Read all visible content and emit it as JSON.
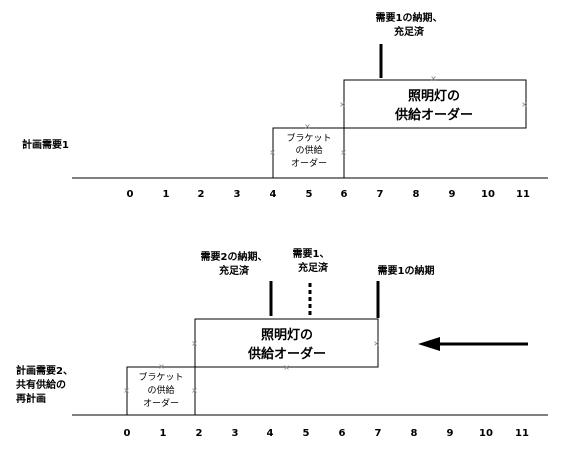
{
  "top": {
    "row_label": "計画需要1",
    "ticks": [
      "0",
      "1",
      "2",
      "3",
      "4",
      "5",
      "6",
      "7",
      "8",
      "9",
      "10",
      "11"
    ],
    "small_box": {
      "lines": [
        "ブラケット",
        "の供給",
        "オーダー"
      ]
    },
    "large_box": {
      "lines": [
        "照明灯の",
        "供給オーダー"
      ]
    },
    "marker": {
      "lines": [
        "需要1の納期、",
        "充足済"
      ]
    }
  },
  "bottom": {
    "row_label": {
      "lines": [
        "計画需要2、",
        "共有供給の",
        "再計画"
      ]
    },
    "ticks": [
      "0",
      "1",
      "2",
      "3",
      "4",
      "5",
      "6",
      "7",
      "8",
      "9",
      "10",
      "11"
    ],
    "small_box": {
      "lines": [
        "ブラケット",
        "の供給",
        "オーダー"
      ]
    },
    "large_box": {
      "lines": [
        "照明灯の",
        "供給オーダー"
      ]
    },
    "marker_demand2": {
      "lines": [
        "需要2の納期、",
        "充足済"
      ]
    },
    "marker_demand1_filled": {
      "lines": [
        "需要1、",
        "充足済"
      ]
    },
    "marker_demand1_due": {
      "lines": [
        "需要1の納期"
      ]
    }
  }
}
